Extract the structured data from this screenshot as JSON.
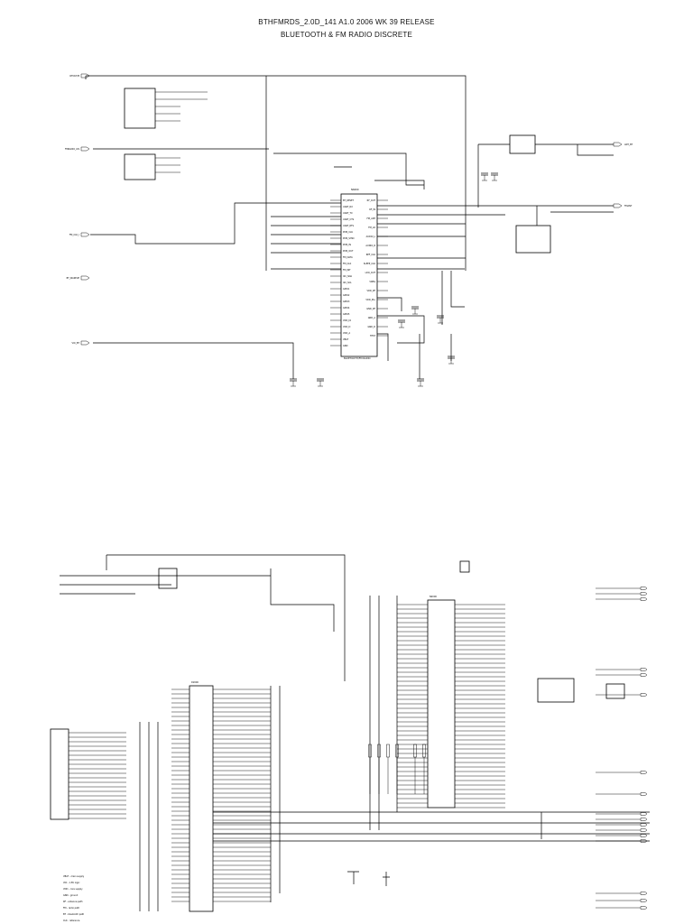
{
  "header": {
    "title_line1": "BTHFMRDS_2.0D_141 A1.0 2006 WK 39 RELEASE",
    "title_line2": "BLUETOOTH & FM RADIO DISCRETE"
  },
  "upper_sheet": {
    "chip_ref": "N6000",
    "chip_part": "BLUETOOTH/FM RADIO",
    "ports": [
      {
        "name": "RFOUT/B",
        "side": "left"
      },
      {
        "name": "FMRADIO_I2S",
        "side": "left"
      },
      {
        "name": "FM_CLK_I",
        "side": "left"
      },
      {
        "name": "BT_WAKEUP",
        "side": "left"
      },
      {
        "name": "VIO_BT",
        "side": "left"
      },
      {
        "name": "ANT_BT",
        "side": "right"
      },
      {
        "name": "FMANT",
        "side": "right"
      }
    ],
    "left_pins": [
      "BT_RESET",
      "UART_RX",
      "UART_TX",
      "UART_CTS",
      "UART_RTS",
      "PCM_CLK",
      "PCM_SYNC",
      "PCM_IN",
      "PCM_OUT",
      "FM_DATA",
      "FM_CLK",
      "FM_INT",
      "I2C_SDA",
      "I2C_SCL",
      "GPIO1",
      "GPIO2",
      "GPIO3",
      "GPIO4",
      "GPIO5",
      "VDD_IO",
      "VDD_D",
      "VDD_A",
      "VBAT",
      "GND"
    ],
    "right_pins": [
      "RF_OUT",
      "RF_IN",
      "FM_ANT",
      "FM_LO",
      "AUDIO_L",
      "AUDIO_R",
      "REF_CLK",
      "SLEEP_CLK",
      "LDO_OUT",
      "VREG",
      "VDD_RF",
      "VDD_PLL",
      "GND_RF",
      "GND_A",
      "GND_D",
      "TEST"
    ]
  },
  "lower_sheet": {
    "left_chip": "D2000",
    "right_chip": "N2000",
    "legend_rows": [
      "VBAT - main supply",
      "VIO - 1.8V logic",
      "VDD - core supply",
      "GND - ground",
      "RF - antenna path",
      "FM - radio path",
      "BT - bluetooth path",
      "CLK - reference"
    ]
  }
}
